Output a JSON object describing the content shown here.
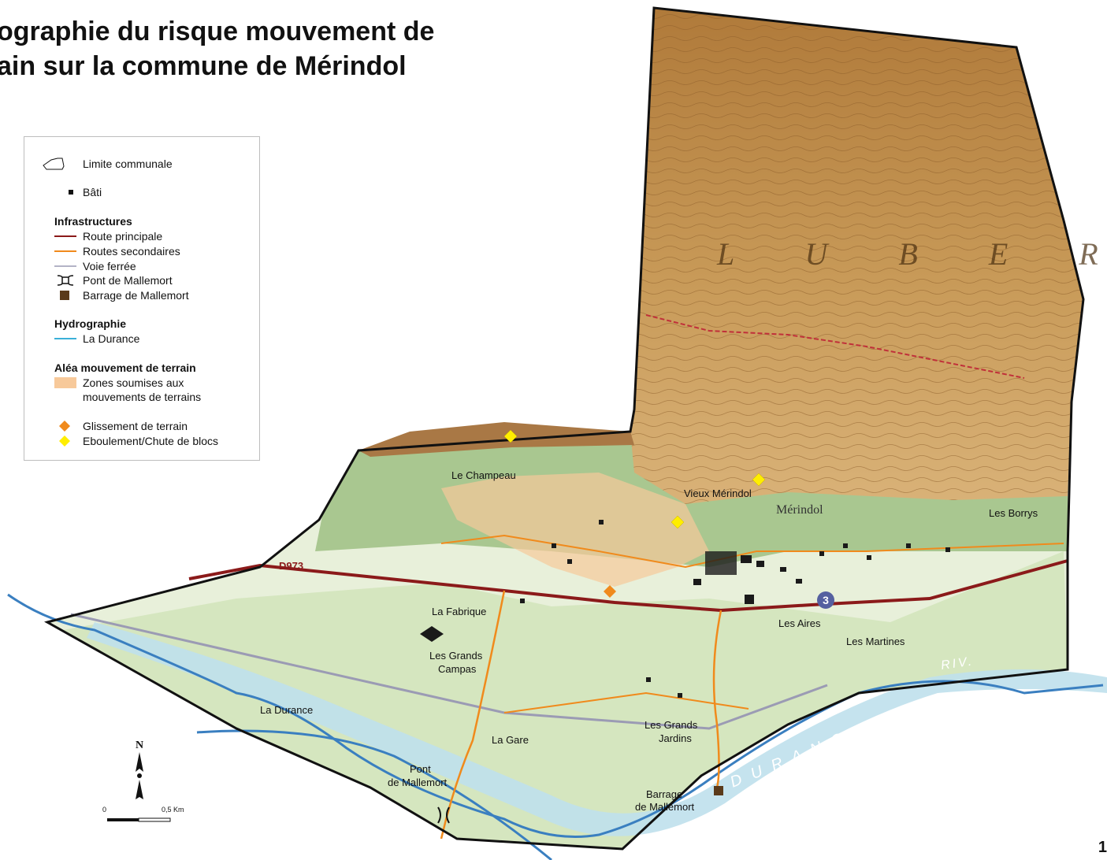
{
  "title": {
    "line1": "ographie du risque mouvement de",
    "line2": "ain sur la commune de Mérindol"
  },
  "legend": {
    "limite": "Limite communale",
    "bati": "Bâti",
    "infra_head": "Infrastructures",
    "route_principale": "Route principale",
    "routes_secondaires": "Routes secondaires",
    "voie_ferree": "Voie ferrée",
    "pont": "Pont de Mallemort",
    "barrage": "Barrage de Mallemort",
    "hydro_head": "Hydrographie",
    "durance": "La Durance",
    "alea_head": "Aléa mouvement de terrain",
    "zones_line1": "Zones soumises aux",
    "zones_line2": "mouvements de terrains",
    "glissement": "Glissement de terrain",
    "eboulement": "Eboulement/Chute de blocs",
    "colors": {
      "route_principale": "#8b1a1a",
      "routes_secondaires": "#f08a1c",
      "voie_ferree": "#b3b3c6",
      "durance": "#3ab0d8",
      "zones": "#f7c99a",
      "glissement": "#f08a1c",
      "eboulement": "#ffee00",
      "barrage": "#5a3a1a"
    }
  },
  "places": {
    "le_champeau": "Le Champeau",
    "vieux_merindol": "Vieux Mérindol",
    "les_borrys": "Les Borrys",
    "la_fabrique": "La Fabrique",
    "les_grands_campas_1": "Les Grands",
    "les_grands_campas_2": "Campas",
    "les_aires": "Les Aires",
    "les_martines": "Les Martines",
    "la_durance": "La Durance",
    "les_grands_jardins_1": "Les Grands",
    "les_grands_jardins_2": "Jardins",
    "la_gare": "La Gare",
    "pont_1": "Pont",
    "pont_2": "de Mallemort",
    "barrage_1": "Barrage",
    "barrage_2": "de Mallemort",
    "d973": "D973",
    "merindol": "Mérindol",
    "luberon": "L U B E R",
    "la_durance_map": "D U R A N C E",
    "riv": "RIV."
  },
  "north": "N",
  "scale": {
    "zero": "0",
    "km": "0,5 Km"
  },
  "page_number": "1"
}
